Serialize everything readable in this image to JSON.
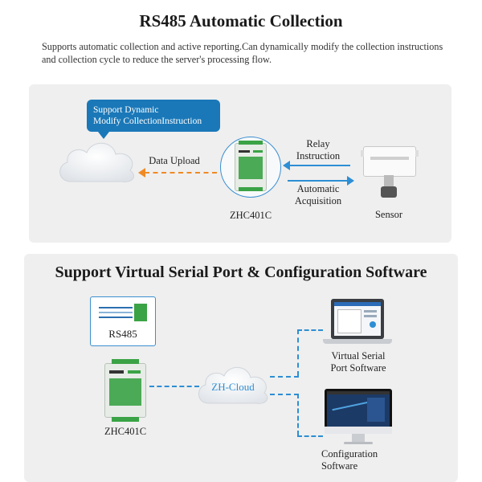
{
  "section1": {
    "title": "RS485 Automatic Collection",
    "description": "Supports automatic collection and active reporting.Can dynamically modify the collection instructions and collection cycle to reduce the server's processing flow.",
    "bubble_line1": "Support Dynamic",
    "bubble_line2": "Modify CollectionInstruction",
    "data_upload": "Data Upload",
    "relay_line1": "Relay",
    "relay_line2": "Instruction",
    "auto_line1": "Automatic",
    "auto_line2": "Acquisition",
    "device_name": "ZHC401C",
    "sensor_name": "Sensor"
  },
  "section2": {
    "title": "Support Virtual Serial Port & Configuration Software",
    "rs485_label": "RS485",
    "cloud_label": "ZH-Cloud",
    "device_name": "ZHC401C",
    "vsp_line1": "Virtual Serial",
    "vsp_line2": "Port Software",
    "cfg_line1": "Configuration",
    "cfg_line2": "Software"
  },
  "colors": {
    "accent_blue": "#1a78b8",
    "arrow_blue": "#2d8ed4",
    "arrow_orange": "#f08a24",
    "device_green": "#3aa345",
    "panel_gray": "#efefef"
  }
}
